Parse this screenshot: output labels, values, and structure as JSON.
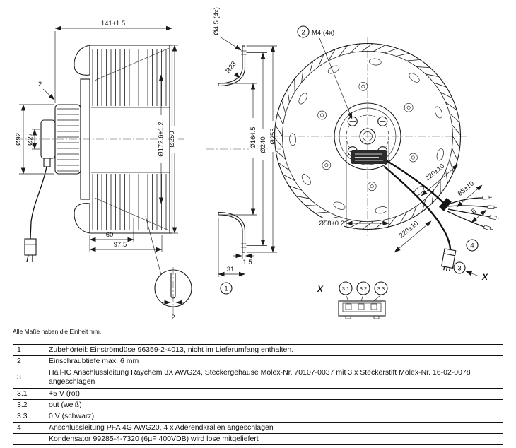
{
  "note": "Alle Maße haben die Einheit mm.",
  "side_view": {
    "dim_depth": "141±1.5",
    "dim_gap": "2",
    "dim_motor_d": "Ø92",
    "dim_shaft_d": "Ø27",
    "dim_inlet_d": "Ø172.6±1.2",
    "dim_outer_d": "Ø250",
    "dim_60": "60",
    "dim_975": "97.5",
    "detail_dim": "2"
  },
  "nozzle_view": {
    "dim_holes": "Ø4.5 (4x)",
    "dim_r28": "R28",
    "dim_d164": "Ø164.5",
    "dim_d240": "Ø240",
    "dim_d255": "Ø255",
    "dim_t": "1.5",
    "dim_depth": "31",
    "callout": "1"
  },
  "front_view": {
    "callout2": "2",
    "m4": "M4 (4x)",
    "dim_bolt_circle": "Ø58±0.2",
    "dim_cable1": "220±10",
    "dim_wire": "85±10",
    "dim_crimp": "6",
    "dim_cable2": "220±10",
    "callout4": "4",
    "callout3": "3",
    "x_label": "X"
  },
  "connector_detail": {
    "x_label": "X",
    "pin1": "3.1",
    "pin2": "3.2",
    "pin3": "3.3"
  },
  "table": {
    "rows": [
      {
        "ref": "1",
        "text": "Zubehörteil: Einströmdüse 96359-2-4013, nicht im Lieferumfang enthalten."
      },
      {
        "ref": "2",
        "text": "Einschraubtiefe max. 6 mm"
      },
      {
        "ref": "3",
        "text": "Hall-IC Anschlussleitung Raychem 3X AWG24, Steckergehäuse Molex-Nr. 70107-0037 mit 3 x Steckerstift Molex-Nr. 16-02-0078 angeschlagen"
      },
      {
        "ref": "3.1",
        "text": "+5 V (rot)"
      },
      {
        "ref": "3.2",
        "text": "out (weiß)"
      },
      {
        "ref": "3.3",
        "text": "0 V (schwarz)"
      },
      {
        "ref": "4",
        "text": "Anschlussleitung PFA 4G AWG20, 4 x Aderendkrallen angeschlagen"
      },
      {
        "ref": "",
        "text": "Kondensator 99285-4-7320 (6µF 400VDB) wird lose mitgeliefert"
      }
    ]
  }
}
